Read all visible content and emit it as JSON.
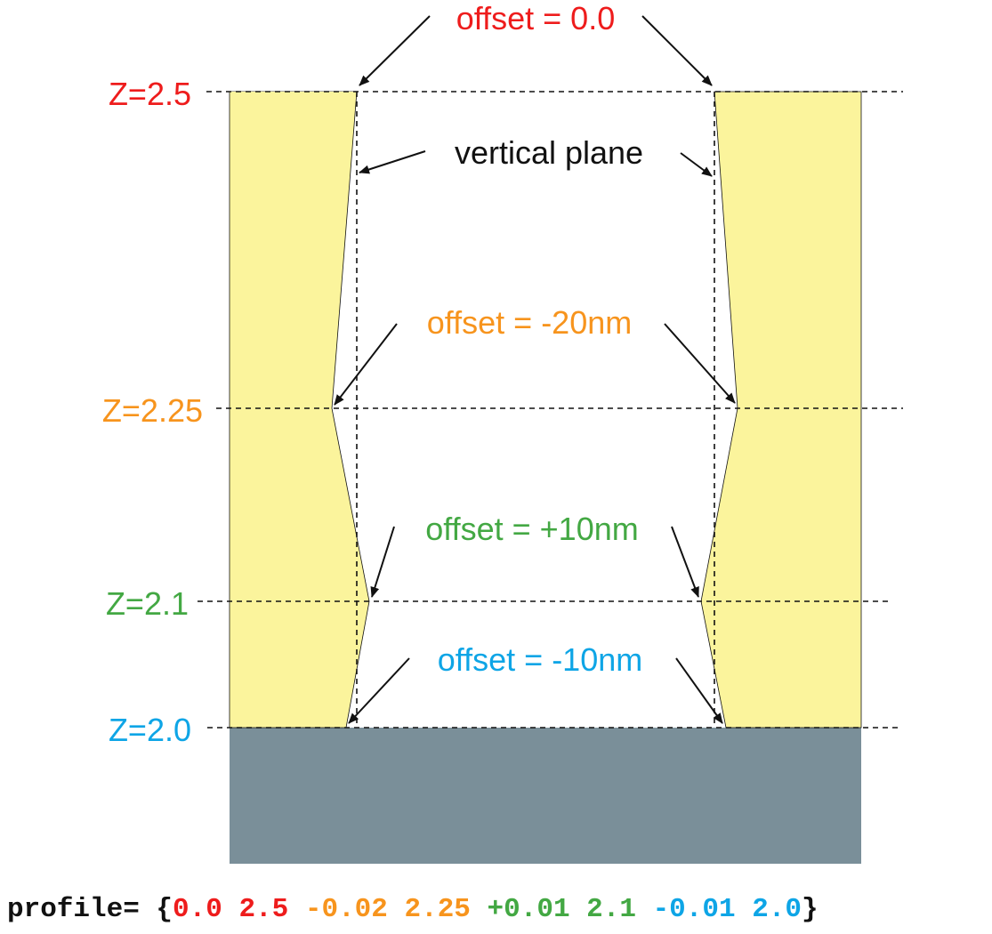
{
  "colors": {
    "red": "#ee1c1c",
    "orange": "#f7941d",
    "green": "#43a843",
    "blue": "#0ea5e6",
    "black": "#111111",
    "resist": "#fbf49c",
    "substrate": "#7a8f99"
  },
  "levels": [
    {
      "label": "Z=2.5",
      "color": "red"
    },
    {
      "label": "Z=2.25",
      "color": "orange"
    },
    {
      "label": "Z=2.1",
      "color": "green"
    },
    {
      "label": "Z=2.0",
      "color": "blue"
    }
  ],
  "annotations": [
    {
      "text": "offset = 0.0",
      "color": "red"
    },
    {
      "text": "vertical plane",
      "color": "black"
    },
    {
      "text": "offset = -20nm",
      "color": "orange"
    },
    {
      "text": "offset = +10nm",
      "color": "green"
    },
    {
      "text": "offset = -10nm",
      "color": "blue"
    }
  ],
  "profile": {
    "prefix": "profile= {",
    "suffix": "}",
    "values": [
      {
        "text": "0.0",
        "color": "red"
      },
      {
        "text": "2.5",
        "color": "red"
      },
      {
        "text": "-0.02",
        "color": "orange"
      },
      {
        "text": "2.25",
        "color": "orange"
      },
      {
        "text": "+0.01",
        "color": "green"
      },
      {
        "text": "2.1",
        "color": "green"
      },
      {
        "text": "-0.01",
        "color": "blue"
      },
      {
        "text": "2.0",
        "color": "blue"
      }
    ]
  }
}
